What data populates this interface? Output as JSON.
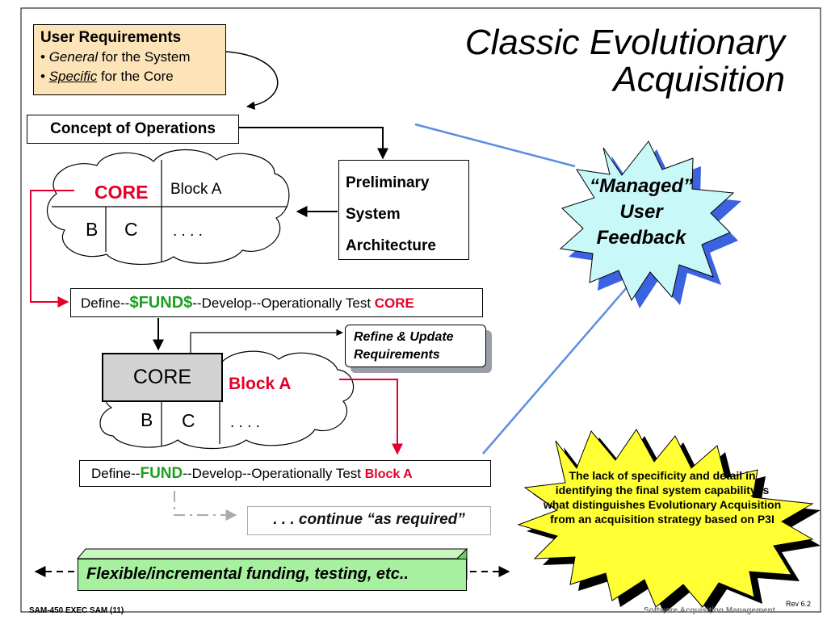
{
  "title": {
    "line1": "Classic Evolutionary",
    "line2": "Acquisition"
  },
  "user_requirements": {
    "heading": "User Requirements",
    "item1_prefix": "• ",
    "item1_em": "General",
    "item1_rest": " for the System",
    "item2_prefix": "• ",
    "item2_em": "Specific",
    "item2_rest": " for the Core"
  },
  "concept_of_operations": "Concept of Operations",
  "psa": {
    "line1": "Preliminary",
    "line2": "System",
    "line3": "Architecture"
  },
  "cloud1": {
    "core": "CORE",
    "block_a": "Block A",
    "b": "B",
    "c": "C",
    "dots": ". . . ."
  },
  "define1": {
    "prefix": "Define--",
    "fund": "$FUND$",
    "middle": "--Develop--Operationally Test ",
    "target": "CORE"
  },
  "refine": {
    "line1": "Refine & Update",
    "line2": "Requirements"
  },
  "cloud2": {
    "core": "CORE",
    "block_a": "Block A",
    "b": "B",
    "c": "C",
    "dots": ". . . ."
  },
  "define2": {
    "prefix": "Define--",
    "fund": "FUND",
    "middle": "--Develop--Operationally Test  ",
    "target": "Block A"
  },
  "continue_text": ". . . continue “as required”",
  "flex_text": "Flexible/incremental funding, testing, etc..",
  "managed": {
    "line1": "“Managed”",
    "line2": "User",
    "line3": "Feedback"
  },
  "lack_text": "The lack of specificity and detail  in identifying the final system capability is what distinguishes Evolutionary Acquisition from an acquisition strategy based on P3I",
  "footer": {
    "left": "SAM-450 EXEC SAM (11)",
    "right": "Software Acquisition Management",
    "rev": "Rev 6.2"
  },
  "colors": {
    "red": "#e4002b",
    "green": "#1e9e1e",
    "req_fill": "#fde3b8",
    "managed_fill": "#c8f8f8",
    "lack_fill": "#ffff33",
    "flex_fill": "#a6f0a0",
    "feedback_line": "#5b8fe0",
    "star_shadow": "#3b63e0"
  }
}
